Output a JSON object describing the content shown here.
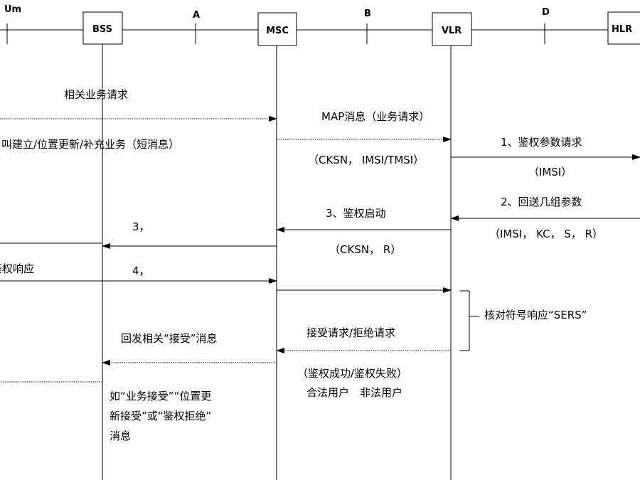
{
  "nodes": {
    "bss": "BSS",
    "msc": "MSC",
    "vlr": "VLR",
    "hlr": "HLR"
  },
  "interfaces": {
    "um": "Um",
    "a": "A",
    "b": "B",
    "d": "D"
  },
  "messages": {
    "related_request": "相关业务请求",
    "call_setup": "叫建立/位置更新/补充业务（短消息）",
    "map_message": "MAP消息（业务请求）",
    "map_params": "（CKSN， IMSI/TMSI）",
    "auth_param_request": "1、鉴权参数请求",
    "imsi": "（IMSI）",
    "return_params": "2、回送几组参数",
    "return_params_values": "（IMSI， KC， S， R）",
    "auth_start": "3、鉴权启动",
    "auth_start_params": "（CKSN， R）",
    "step3": "3，",
    "auth_response": "鉴权响应",
    "step4": "4，",
    "check_sres": "核对符号响应“SERS”",
    "accept_reject": "接受请求/拒绝请求",
    "send_accept": "回发相关“接受”消息",
    "auth_result": "（鉴权成功/鉴权失败）",
    "user_type": "合法用户　非法用户",
    "note_line1": "如“业务接受”“位置更",
    "note_line2": "新接受”或“鉴权拒绝”",
    "note_line3": "消息"
  }
}
